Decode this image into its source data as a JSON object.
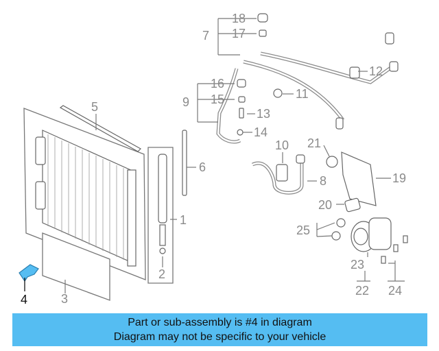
{
  "diagram": {
    "highlight_color": "#55bdf2",
    "callouts": [
      {
        "id": "c1",
        "text": "1"
      },
      {
        "id": "c2",
        "text": "2"
      },
      {
        "id": "c3",
        "text": "3"
      },
      {
        "id": "c4",
        "text": "4"
      },
      {
        "id": "c5",
        "text": "5"
      },
      {
        "id": "c6",
        "text": "6"
      },
      {
        "id": "c7",
        "text": "7"
      },
      {
        "id": "c8",
        "text": "8"
      },
      {
        "id": "c9",
        "text": "9"
      },
      {
        "id": "c10",
        "text": "10"
      },
      {
        "id": "c11",
        "text": "11"
      },
      {
        "id": "c12",
        "text": "12"
      },
      {
        "id": "c13",
        "text": "13"
      },
      {
        "id": "c14",
        "text": "14"
      },
      {
        "id": "c15",
        "text": "15"
      },
      {
        "id": "c16",
        "text": "16"
      },
      {
        "id": "c17",
        "text": "17"
      },
      {
        "id": "c18",
        "text": "18"
      },
      {
        "id": "c19",
        "text": "19"
      },
      {
        "id": "c20",
        "text": "20"
      },
      {
        "id": "c21",
        "text": "21"
      },
      {
        "id": "c22",
        "text": "22"
      },
      {
        "id": "c23",
        "text": "23"
      },
      {
        "id": "c24",
        "text": "24"
      },
      {
        "id": "c25",
        "text": "25"
      }
    ]
  },
  "caption": {
    "line1": "Part or sub-assembly is #4 in diagram",
    "line2": "Diagram may not be specific to your vehicle",
    "background": "#55bdf2"
  }
}
